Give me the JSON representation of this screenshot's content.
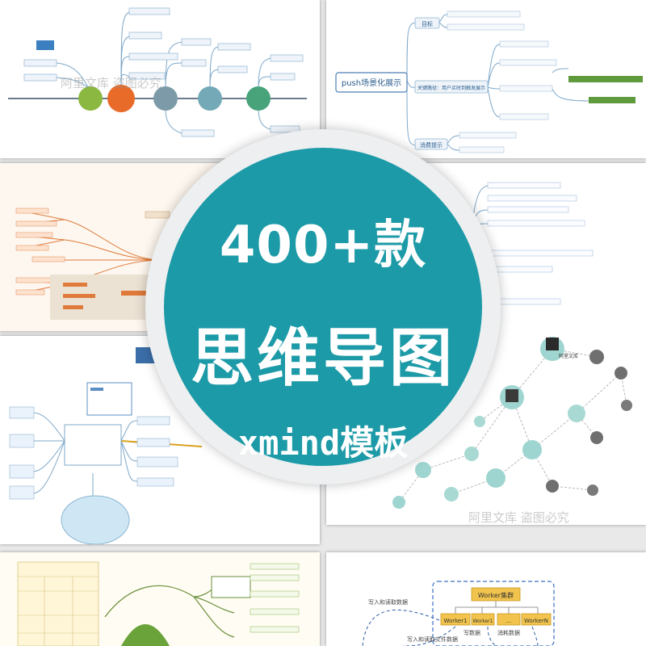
{
  "promo": {
    "count_label": "400+款",
    "subject_label": "思维导图",
    "software_label": "xmind模板",
    "accent_color": "#1d9aa7",
    "text_color": "#ffffff"
  },
  "thumbnails": {
    "top_left": {
      "watermark": "阿里文库 盗图必究"
    },
    "top_right": {
      "central_topic": "push场景化展示",
      "branches": [
        "目标",
        "关键路径：用户买时到触发展示",
        "消费提示"
      ]
    },
    "mid_right": {
      "person_label": "阿里文库",
      "watermark": "阿里文库 盗图必究"
    },
    "bottom_right": {
      "cluster_title": "Worker集群",
      "workers": [
        "Worker1",
        "Worker1",
        "...",
        "WorkerN"
      ],
      "edge_labels": [
        "写入和读取数据",
        "写入和读取文件数据",
        "写数据",
        "消耗数据"
      ]
    }
  }
}
